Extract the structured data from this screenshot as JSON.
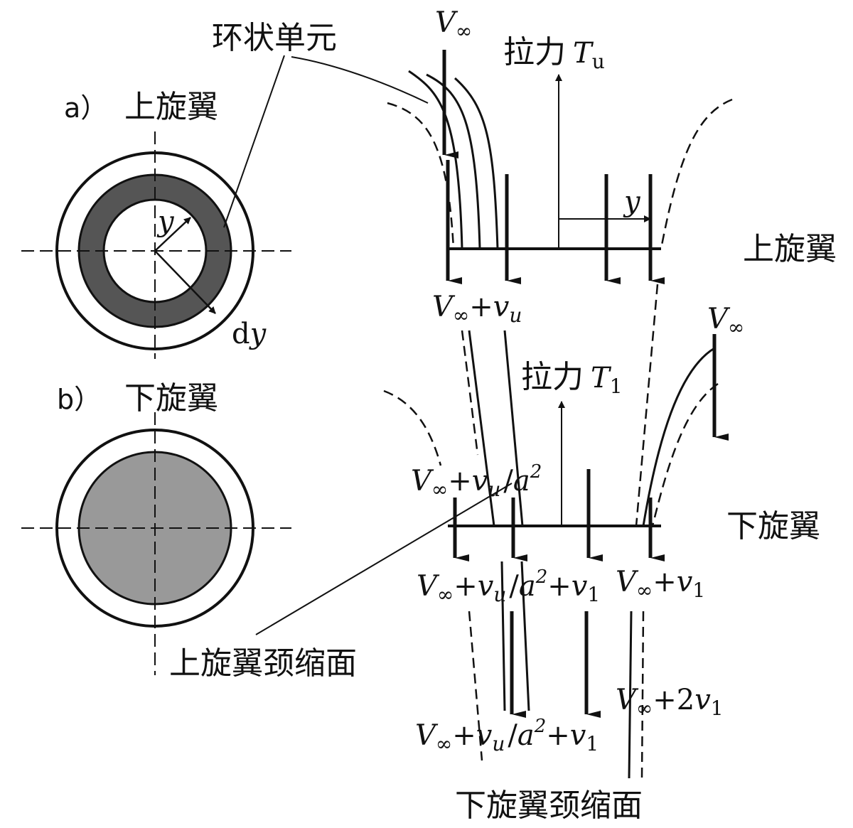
{
  "left": {
    "annulus_label": "环状单元",
    "panel_a": {
      "letter": "a）",
      "title": "上旋翼"
    },
    "panel_b": {
      "letter": "b）",
      "title": "下旋翼"
    },
    "radius_label": "y",
    "d_prefix": "d",
    "d_var": "y"
  },
  "right": {
    "v_inf": "V",
    "v_inf_sub": "∞",
    "thrust_prefix": "拉力",
    "thrust_upper_var": "T",
    "thrust_upper_sub": "u",
    "thrust_lower_var": "T",
    "thrust_lower_sub": "1",
    "upper_rotor": "上旋翼",
    "lower_rotor": "下旋翼",
    "y_label": "y",
    "upper_contracted": "上旋翼颈缩面",
    "lower_contracted": "下旋翼颈缩面",
    "vu": "v",
    "vu_sub": "u",
    "v1": "v",
    "v1_sub": "1",
    "a": "a",
    "a_sup": "2",
    "plus": "+",
    "slash": "/",
    "two": "2"
  }
}
